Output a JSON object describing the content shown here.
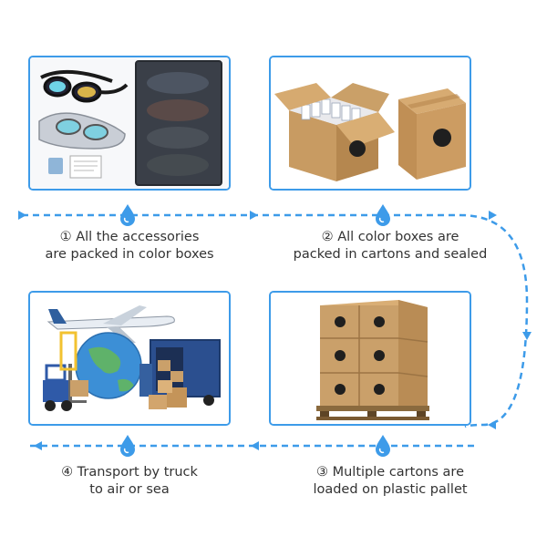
{
  "accent_color": "#3d9be9",
  "steps": [
    {
      "line1": "① All the accessories",
      "line2": "are packed in color boxes"
    },
    {
      "line1": "② All color boxes are",
      "line2": "packed in cartons and sealed"
    },
    {
      "line1": "③ Multiple cartons are",
      "line2": "loaded on plastic pallet"
    },
    {
      "line1": "④ Transport by truck",
      "line2": "to air or sea"
    }
  ]
}
